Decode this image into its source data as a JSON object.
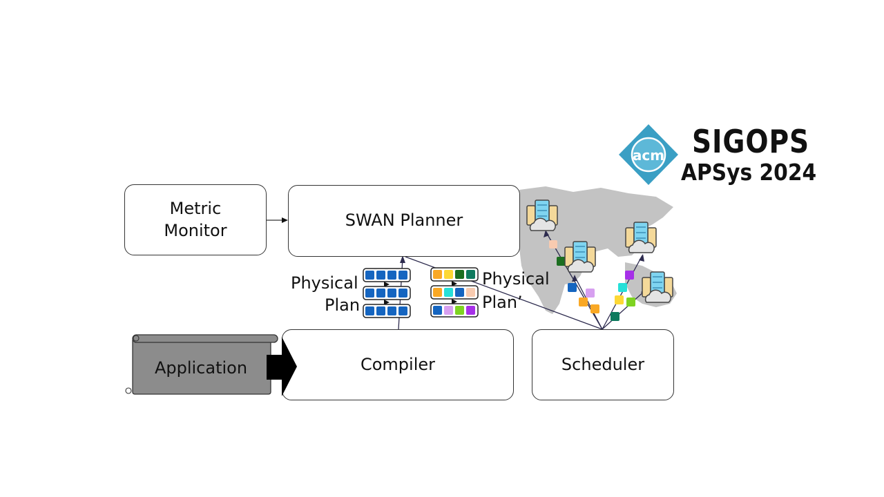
{
  "logo": {
    "badge_text": "acm",
    "line1": "SIGOPS",
    "line2": "APSys 2024",
    "badge_color": "#3a9fc4"
  },
  "boxes": {
    "metric_monitor": "Metric\nMonitor",
    "swan_planner": "SWAN Planner",
    "application": "Application",
    "compiler": "Compiler",
    "scheduler": "Scheduler"
  },
  "labels": {
    "physical_plan_line1": "Physical",
    "physical_plan_line2": "Plan",
    "physical_plan_prime_line1": "Physical",
    "physical_plan_prime_line2": "Plan’"
  },
  "physical_plan": {
    "rows": [
      [
        "#1565c0",
        "#1565c0",
        "#1565c0",
        "#1565c0"
      ],
      [
        "#1565c0",
        "#1565c0",
        "#1565c0",
        "#1565c0"
      ],
      [
        "#1565c0",
        "#1565c0",
        "#1565c0",
        "#1565c0"
      ]
    ]
  },
  "physical_plan_prime": {
    "rows": [
      [
        "#f9a825",
        "#fdd835",
        "#1b6e20",
        "#0e7a5e"
      ],
      [
        "#f9a825",
        "#26e0d8",
        "#1565c0",
        "#f8cbb0"
      ],
      [
        "#1565c0",
        "#d7a0f0",
        "#7ed321",
        "#a630e8"
      ]
    ]
  },
  "map": {
    "datacenter_count": 4,
    "land_color": "#b8b8b8"
  },
  "colors": {
    "application_fill": "#8c8c8c",
    "box_border": "#333333",
    "arrow": "#2d2b4e"
  }
}
